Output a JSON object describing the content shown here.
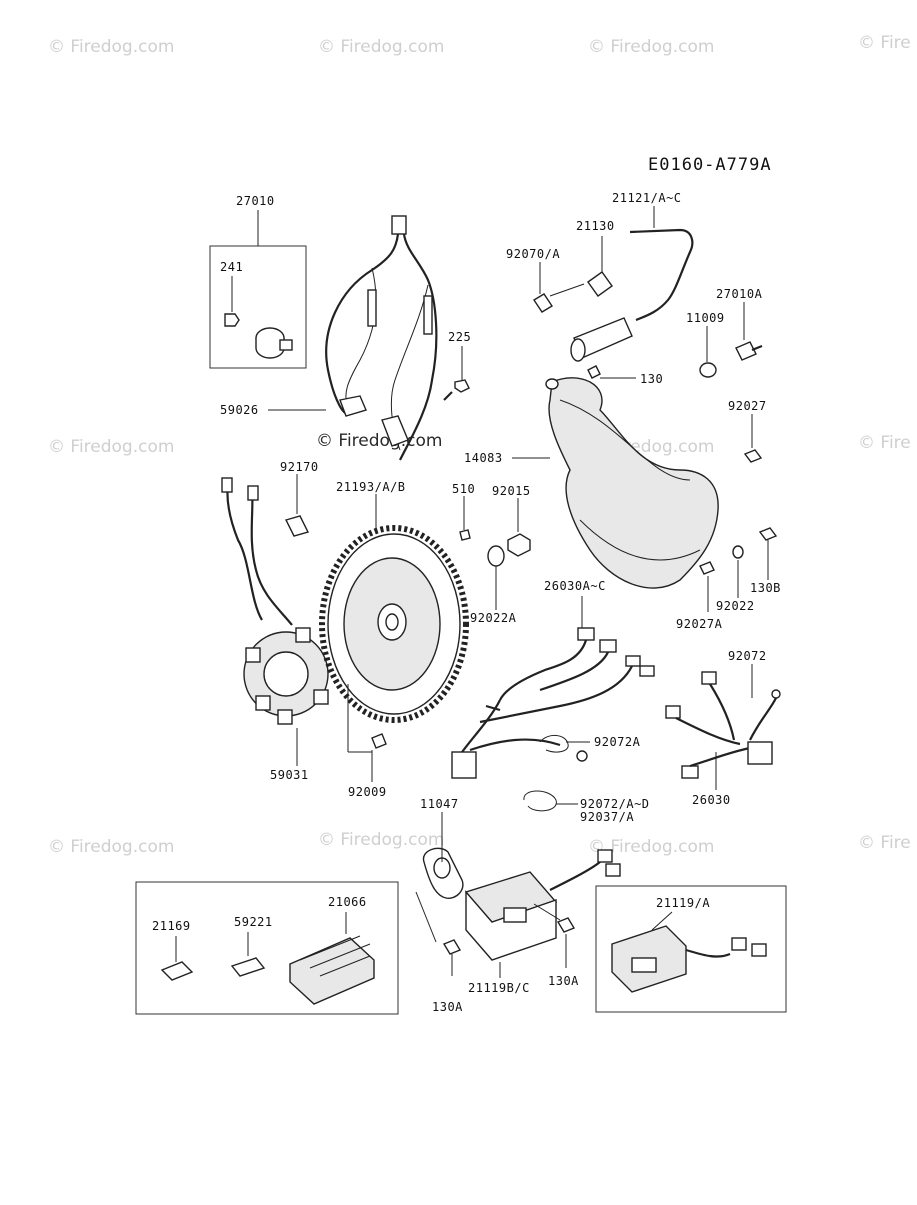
{
  "diagram": {
    "code": "E0160-A779A",
    "watermarks": [
      "© Firedog.com",
      "© Firedog.com",
      "© Firedog.com",
      "© Fire",
      "© Firedog.com",
      "© Firedog.com",
      "© Firedog.com",
      "© Fire",
      "© Firedog.com",
      "© Firedog.com",
      "© Firedog.com",
      "© Fire"
    ],
    "center_watermark": "© Firedog.com",
    "parts": [
      "27010",
      "241",
      "59026",
      "225",
      "21121/A~C",
      "21130",
      "92070/A",
      "27010A",
      "11009",
      "130",
      "92027",
      "14083",
      "92170",
      "21193/A/B",
      "510",
      "92015",
      "92022A",
      "26030A~C",
      "92022",
      "130B",
      "92027A",
      "92072",
      "92072A",
      "59031",
      "92009",
      "11047",
      "92072/A~D",
      "92037/A",
      "26030",
      "21169",
      "59221",
      "21066",
      "21119/A",
      "130A",
      "21119B/C",
      "130A"
    ]
  }
}
